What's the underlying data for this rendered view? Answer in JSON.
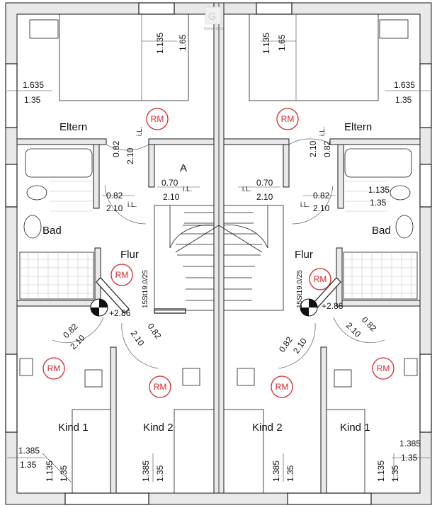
{
  "rooms": {
    "eltern_l": "Eltern",
    "eltern_r": "Eltern",
    "bad_l": "Bad",
    "bad_r": "Bad",
    "flur_l": "Flur",
    "flur_r": "Flur",
    "a": "A",
    "kind1_l": "Kind  1",
    "kind2_l": "Kind  2",
    "kind2_r": "Kind  2",
    "kind1_r": "Kind  1"
  },
  "smoke_detector": "RM",
  "stairs": "15St19.0/25",
  "level": "+2.86",
  "il": "i.L.",
  "dims": {
    "d1135": "1.135",
    "d165": "1.65",
    "d1635": "1.635",
    "d135": "1.35",
    "d082": "0.82",
    "d210": "2.10",
    "d070": "0.70",
    "d1385": "1.385"
  },
  "logo": "Grimm & Co"
}
